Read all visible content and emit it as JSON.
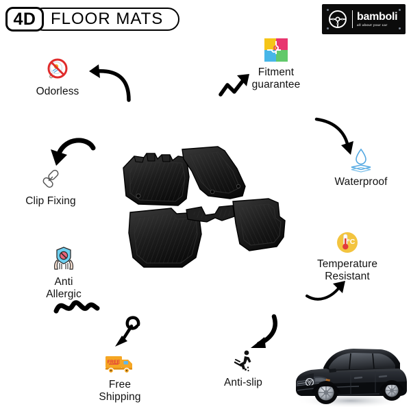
{
  "header": {
    "badge": "4D",
    "title": "FLOOR MATS",
    "brand_name": "bamboli",
    "brand_tagline": "all about your car",
    "brand_icon": "steering-wheel-icon"
  },
  "features": [
    {
      "id": "odorless",
      "label": "Odorless",
      "icon": "no-odor-icon",
      "color": "#e02b2b"
    },
    {
      "id": "fitment",
      "label": "Fitment\nguarantee",
      "icon": "puzzle-icon",
      "color": "#f5c518"
    },
    {
      "id": "waterproof",
      "label": "Waterproof",
      "icon": "water-drop-icon",
      "color": "#53a8e2"
    },
    {
      "id": "temperature",
      "label": "Temperature\nResistant",
      "icon": "thermometer-icon",
      "color": "#f3c43f"
    },
    {
      "id": "clip",
      "label": "Clip Fixing",
      "icon": "chain-link-icon",
      "color": "#4a4a4a"
    },
    {
      "id": "allergic",
      "label": "Anti\nAllergic",
      "icon": "anti-allergy-icon",
      "color": "#6ecff0"
    },
    {
      "id": "shipping",
      "label": "Free\nShipping",
      "icon": "delivery-truck-icon",
      "color": "#f5a623"
    },
    {
      "id": "antislip",
      "label": "Anti-slip",
      "icon": "slip-warning-icon",
      "color": "#111111"
    }
  ],
  "arrows": [
    {
      "id": "odorless-arrow",
      "style": "curved-left",
      "points_to": "odorless"
    },
    {
      "id": "fitment-arrow",
      "style": "zigzag-up",
      "points_to": "fitment"
    },
    {
      "id": "waterproof-arrow",
      "style": "curved-down",
      "points_to": "waterproof"
    },
    {
      "id": "clip-arrow",
      "style": "curved-down",
      "points_to": "clip"
    },
    {
      "id": "temperature-arrow",
      "style": "curved-up",
      "points_to": "temperature"
    },
    {
      "id": "allergic-arrow",
      "style": "squiggle-wave",
      "points_to": "allergic"
    },
    {
      "id": "shipping-arrow",
      "style": "loop-down",
      "points_to": "shipping"
    },
    {
      "id": "antislip-arrow",
      "style": "curved-down",
      "points_to": "antislip"
    }
  ],
  "product": {
    "name": "4d-floor-mat-set",
    "pieces": 4,
    "color": "#1a1a1a"
  },
  "vehicle": {
    "name": "sedan-car-photo",
    "color": "#0d0d0d"
  },
  "truck": {
    "badge": "FREE"
  },
  "thermometer": {
    "unit": "°C"
  }
}
